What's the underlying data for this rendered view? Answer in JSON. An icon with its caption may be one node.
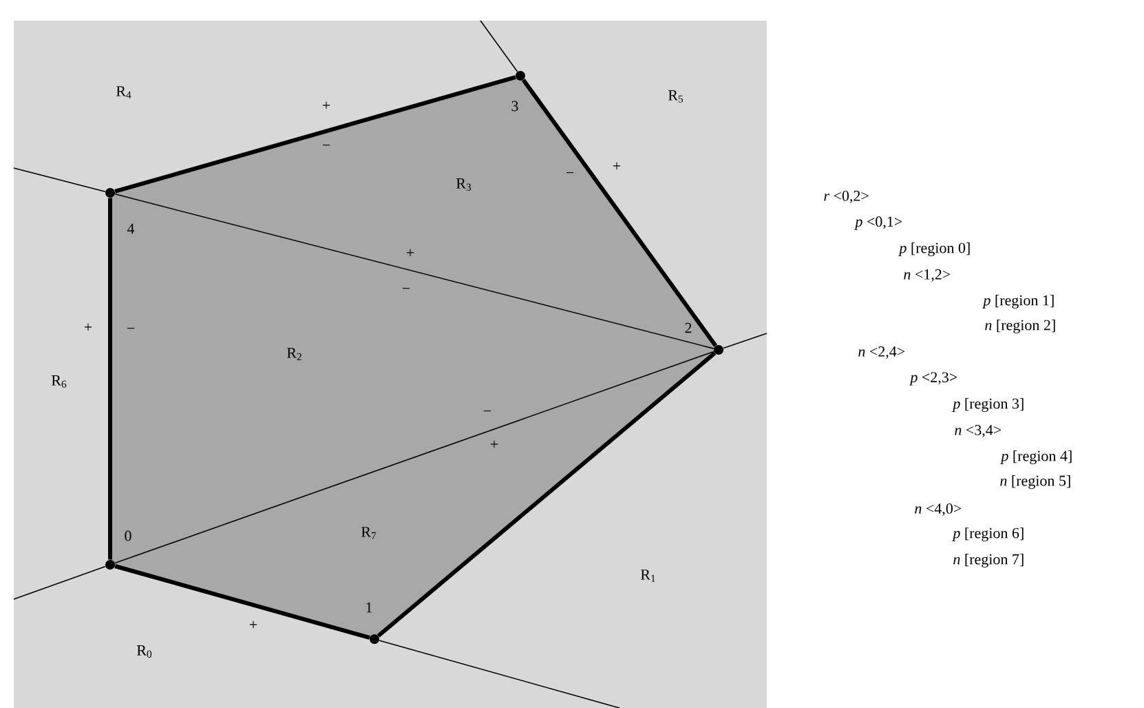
{
  "diagram": {
    "nodes": [
      {
        "text": [],
        "shape": "circle",
        "beside": [
          "0"
        ]
      },
      {
        "text": [],
        "shape": "circle",
        "beside": [
          "1"
        ]
      },
      {
        "text": [],
        "shape": "circle",
        "beside": [
          "2"
        ]
      },
      {
        "text": [],
        "shape": "circle",
        "beside": [
          "3"
        ]
      },
      {
        "text": [],
        "shape": "circle",
        "beside": [
          "4"
        ]
      }
    ],
    "edges": [
      {
        "from": 0,
        "to": 1,
        "arrow": "none",
        "style": "thick"
      },
      {
        "from": 1,
        "to": 2,
        "arrow": "none",
        "style": "thick"
      },
      {
        "from": 2,
        "to": 3,
        "arrow": "none",
        "style": "thick"
      },
      {
        "from": 3,
        "to": 4,
        "arrow": "none",
        "style": "thick"
      },
      {
        "from": 4,
        "to": 0,
        "arrow": "none",
        "style": "thick"
      },
      {
        "from": 0,
        "to": 2,
        "arrow": "none"
      },
      {
        "from": 2,
        "to": 4,
        "arrow": "none"
      },
      {
        "from": 3,
        "to": null,
        "arrow": "none"
      },
      {
        "from": 4,
        "to": null,
        "arrow": "none"
      },
      {
        "from": 0,
        "to": null,
        "arrow": "none"
      },
      {
        "from": 2,
        "to": null,
        "arrow": "none"
      },
      {
        "from": 1,
        "to": null,
        "arrow": "none"
      }
    ],
    "labels": [
      "R$_{4}$",
      "+",
      "R$_{5}$",
      "−",
      "−",
      "+",
      "R$_{3}$",
      "+",
      "−",
      "+",
      "−",
      "R$_{2}$",
      "R$_{6}$",
      "−",
      "+",
      "R$_{7}$",
      "R$_{1}$",
      "+",
      "R$_{0}$",
      "*r* <0,2>",
      "*p* <0,1>",
      "*p* [region 0]",
      "*n* <1,2>",
      "*p* [region 1]",
      "*n* [region 2]",
      "*n* <2,4>",
      "*p* <2,3>",
      "*p* [region 3]",
      "*n* <3,4>",
      "*p* [region 4]",
      "*n* [region 5]",
      "*n* <4,0>",
      "*p* [region 6]",
      "*n* [region 7]"
    ]
  }
}
